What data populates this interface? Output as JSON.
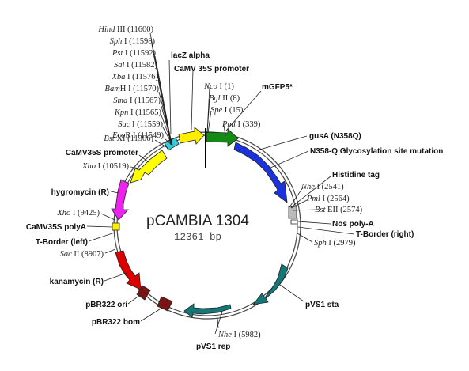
{
  "plasmid": {
    "name": "pCAMBIA 1304",
    "size_label": "12361 bp"
  },
  "colors": {
    "lacZ": "#33ccdd",
    "camv35s_top": "#ffee00",
    "mgfp5": "#138a13",
    "gusa": "#1a33dd",
    "histag": "#bbbbbb",
    "nos": "#ffffff",
    "pvs1": "#137777",
    "pbr322": "#7a1515",
    "kanamycin": "#dd0000",
    "camv35s_left": "#ffff00",
    "hygromycin": "#ee22ee",
    "polya": "#ffee00"
  },
  "sites": [
    {
      "enzyme": "Hind",
      "suffix": " III",
      "pos": "(11600)"
    },
    {
      "enzyme": "Sph",
      "suffix": " I",
      "pos": "(11598)"
    },
    {
      "enzyme": "Pst",
      "suffix": " I",
      "pos": "(11592)"
    },
    {
      "enzyme": "Sal",
      "suffix": " I",
      "pos": "(11582)"
    },
    {
      "enzyme": "Xba",
      "suffix": " I",
      "pos": "(11576)"
    },
    {
      "enzyme": "Bam",
      "suffix": "H I",
      "pos": "(11570)"
    },
    {
      "enzyme": "Sma",
      "suffix": " I",
      "pos": "(11567)"
    },
    {
      "enzyme": "Kpn",
      "suffix": " I",
      "pos": "(11565)"
    },
    {
      "enzyme": "Sac",
      "suffix": " I",
      "pos": "(11559)"
    },
    {
      "enzyme": "Eco",
      "suffix": "R I",
      "pos": "(11549)"
    },
    {
      "enzyme": "Bst",
      "suffix": " XI",
      "pos": "(11306)"
    },
    {
      "enzyme": "Xho",
      "suffix": " I",
      "pos": "(10519)"
    },
    {
      "enzyme": "Xho",
      "suffix": " I",
      "pos": "(9425)"
    },
    {
      "enzyme": "Sac",
      "suffix": " II",
      "pos": "(8907)"
    },
    {
      "enzyme": "Nco",
      "suffix": " I",
      "pos": "(1)"
    },
    {
      "enzyme": "Bgl",
      "suffix": " II",
      "pos": "(8)"
    },
    {
      "enzyme": "Spe",
      "suffix": " I",
      "pos": "(15)"
    },
    {
      "enzyme": "Pml",
      "suffix": " I",
      "pos": "(339)"
    },
    {
      "enzyme": "Nhe",
      "suffix": " I",
      "pos": "(2541)"
    },
    {
      "enzyme": "Pml",
      "suffix": " I",
      "pos": "(2564)"
    },
    {
      "enzyme": "Bst",
      "suffix": " EII",
      "pos": "(2574)"
    },
    {
      "enzyme": "Sph",
      "suffix": " I",
      "pos": "(2979)"
    },
    {
      "enzyme": "Nhe",
      "suffix": " I",
      "pos": "(5982)"
    }
  ],
  "features": {
    "lacz": "lacZ alpha",
    "camv35s_promoter_top": "CaMV 35S promoter",
    "mgfp5": "mGFP5*",
    "gusa": "gusA  (N358Q)",
    "n358q": "N358-Q Glycosylation site mutation",
    "histidine": "Histidine tag",
    "nos_polya": "Nos poly-A",
    "tborder_right": "T-Border (right)",
    "pvs1_sta": "pVS1 sta",
    "pvs1_rep": "pVS1 rep",
    "pbr322_bom": "pBR322 bom",
    "pbr322_ori": "pBR322 ori",
    "kanamycin": "kanamycin (R)",
    "tborder_left": "T-Border (left)",
    "camv35s_polya": "CaMV35S polyA",
    "hygromycin": "hygromycin (R)",
    "camv35s_promoter_left": "CaMV35S promoter"
  }
}
